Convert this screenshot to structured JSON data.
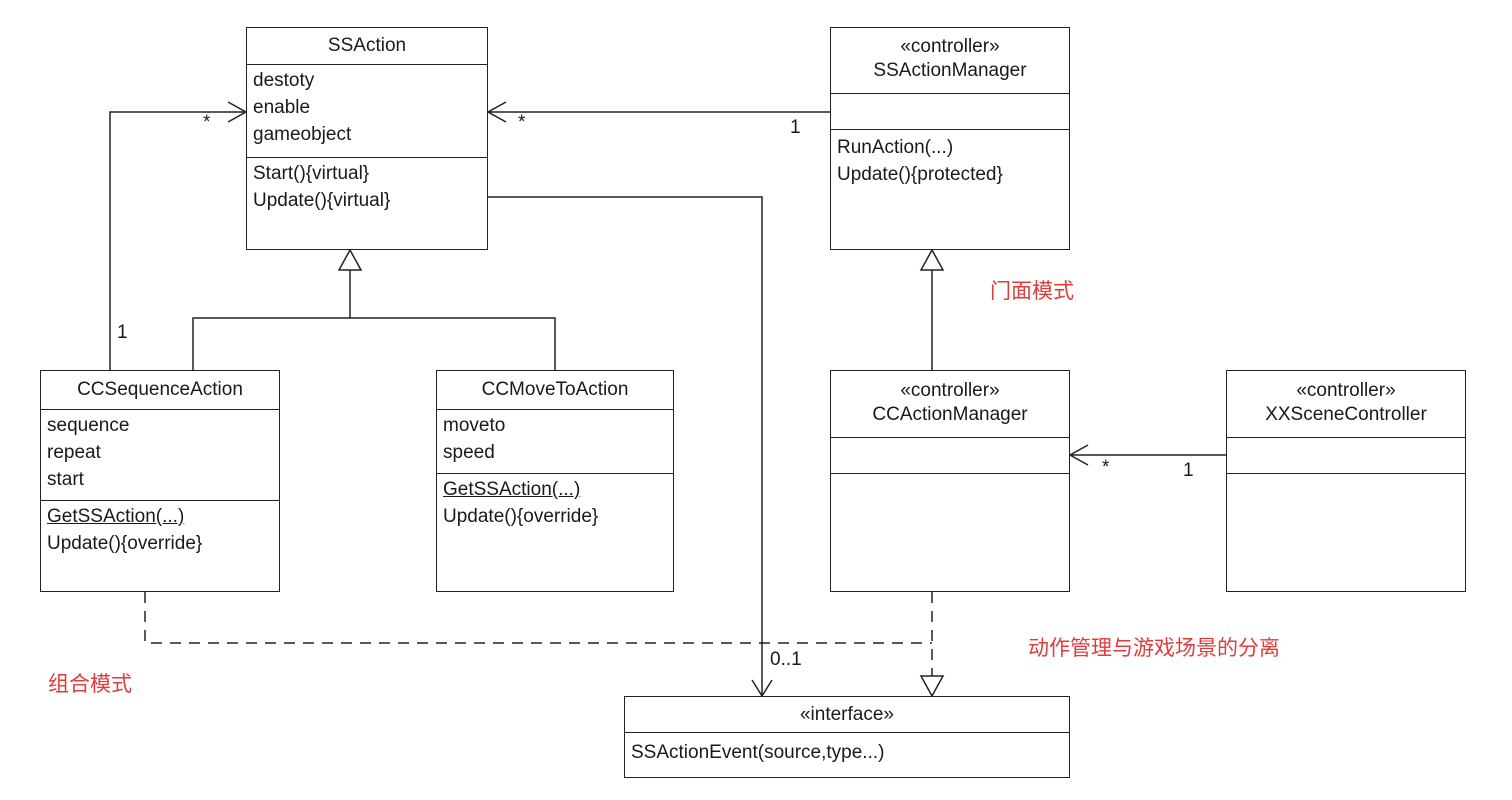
{
  "classes": {
    "ssaction": {
      "name": "SSAction",
      "attributes": [
        "destoty",
        "enable",
        "gameobject"
      ],
      "operations": [
        "Start(){virtual}",
        "Update(){virtual}"
      ]
    },
    "ssaction_manager": {
      "stereotype": "«controller»",
      "name": "SSActionManager",
      "operations": [
        "RunAction(...)",
        "Update(){protected}"
      ]
    },
    "cc_sequence_action": {
      "name": "CCSequenceAction",
      "attributes": [
        "sequence",
        "repeat",
        "start"
      ],
      "operations": [
        "GetSSAction(...)",
        "Update(){override}"
      ]
    },
    "cc_move_to_action": {
      "name": "CCMoveToAction",
      "attributes": [
        "moveto",
        "speed"
      ],
      "operations": [
        "GetSSAction(...)",
        "Update(){override}"
      ]
    },
    "cc_action_manager": {
      "stereotype": "«controller»",
      "name": "CCActionManager"
    },
    "xx_scene_controller": {
      "stereotype": "«controller»",
      "name": "XXSceneController"
    },
    "ssaction_event": {
      "stereotype": "«interface»",
      "name": "SSActionEvent(source,type...)"
    }
  },
  "multiplicities": {
    "seq_to_ssaction_star": "*",
    "seq_to_ssaction_one": "1",
    "manager_to_ssaction_star": "*",
    "manager_to_ssaction_one": "1",
    "scene_to_ccmanager_star": "*",
    "scene_to_ccmanager_one": "1",
    "ssaction_to_event": "0..1"
  },
  "notes": {
    "facade": "门面模式",
    "composite": "组合模式",
    "separation": "动作管理与游戏场景的分离"
  },
  "colors": {
    "line": "#222222",
    "note": "#e23b3b"
  }
}
